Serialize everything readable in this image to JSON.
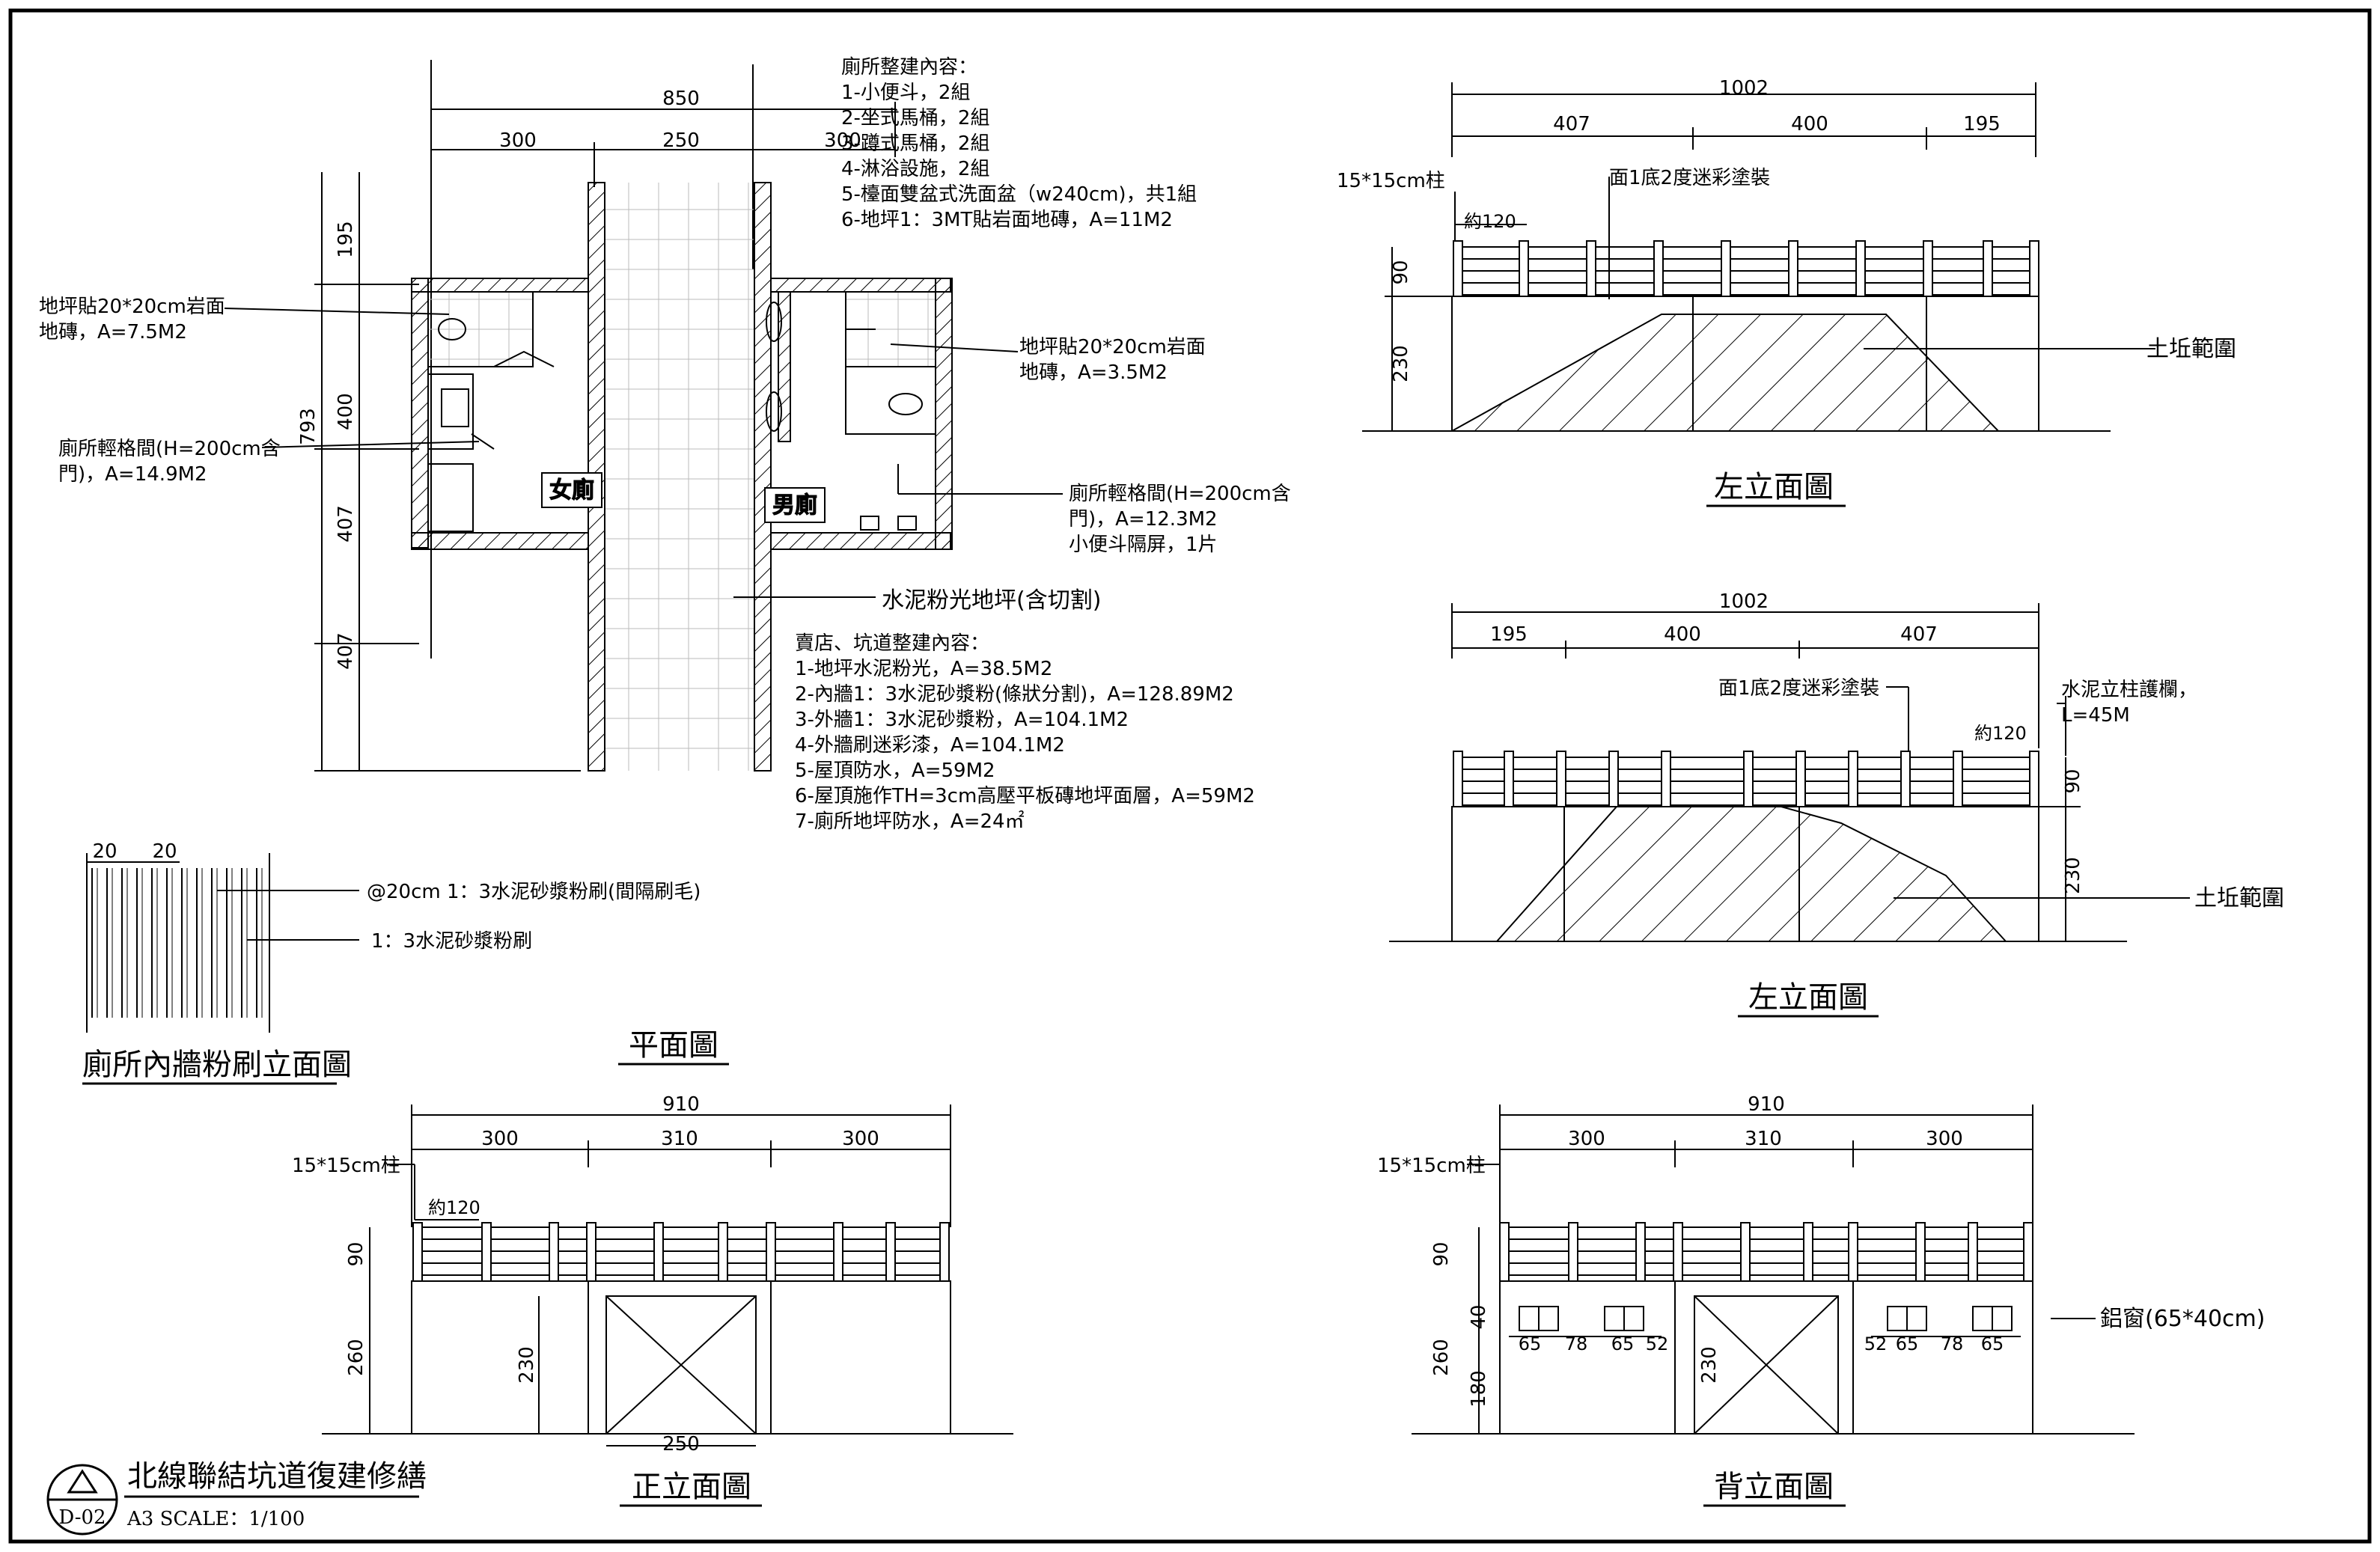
{
  "sheet": {
    "project_title": "北線聯結坑道復建修繕",
    "sheet_no": "D-02",
    "scale": "A3 SCALE：1/100"
  },
  "plan": {
    "title": "平面圖",
    "dims": {
      "total": "850",
      "left": "300",
      "mid": "250",
      "right": "300",
      "v_total": "793",
      "v1": "195",
      "v2": "400",
      "v3": "407",
      "v4": "407"
    },
    "room_women": "女廁",
    "room_men": "男廁",
    "toilet_notes": [
      "廁所整建內容：",
      "1-小便斗，2組",
      "2-坐式馬桶，2組",
      "3-蹲式馬桶，2組",
      "4-淋浴設施，2組",
      "5-檯面雙盆式洗面盆（w240cm)，共1組",
      "6-地坪1：3MT貼岩面地磚，A=11M2"
    ],
    "note_floor_left": [
      "地坪貼20*20cm岩面",
      "地磚，A=7.5M2"
    ],
    "note_partition_left": [
      "廁所輕格間(H=200cm含",
      "門)，A=14.9M2"
    ],
    "note_floor_right": [
      "地坪貼20*20cm岩面",
      "地磚，A=3.5M2"
    ],
    "note_partition_right": [
      "廁所輕格間(H=200cm含",
      "門)，A=12.3M2",
      "小便斗隔屏，1片"
    ],
    "note_cement_floor": "水泥粉光地坪(含切割)",
    "shop_notes": [
      "賣店、坑道整建內容：",
      "1-地坪水泥粉光，A=38.5M2",
      "2-內牆1：3水泥砂漿粉(條狀分割)，A=128.89M2",
      "3-外牆1：3水泥砂漿粉，A=104.1M2",
      "4-外牆刷迷彩漆，A=104.1M2",
      "5-屋頂防水，A=59M2",
      "6-屋頂施作TH=3cm高壓平板磚地坪面層，A=59M2",
      "7-廁所地坪防水，A=24㎡"
    ]
  },
  "wall_detail": {
    "title": "廁所內牆粉刷立面圖",
    "dim_a": "20",
    "dim_b": "20",
    "note_1": "@20cm 1：3水泥砂漿粉刷(間隔刷毛)",
    "note_2": "1：3水泥砂漿粉刷"
  },
  "left_elev_1": {
    "title": "左立面圖",
    "total": "1002",
    "d1": "407",
    "d2": "400",
    "d3": "195",
    "post_label": "15*15cm柱",
    "spacing": "約120",
    "paint": "面1底2度迷彩塗裝",
    "h_rail": "90",
    "h_wall": "230",
    "soil": "土坵範圍"
  },
  "left_elev_2": {
    "title": "左立面圖",
    "total": "1002",
    "d1": "195",
    "d2": "400",
    "d3": "407",
    "paint": "面1底2度迷彩塗裝",
    "railing": [
      "水泥立柱護欄，",
      "L=45M"
    ],
    "spacing": "約120",
    "h_rail": "90",
    "h_wall": "230",
    "soil": "土坵範圍"
  },
  "front_elev": {
    "title": "正立面圖",
    "total": "910",
    "d1": "300",
    "d2": "310",
    "d3": "300",
    "post_label": "15*15cm柱",
    "spacing": "約120",
    "h_rail": "90",
    "h_wall": "260",
    "h_door": "230",
    "door_w": "250"
  },
  "back_elev": {
    "title": "背立面圖",
    "total": "910",
    "d1": "300",
    "d2": "310",
    "d3": "300",
    "post_label": "15*15cm柱",
    "h_rail": "90",
    "h_wall": "260",
    "h_win": "40",
    "h_sill": "180",
    "h_door": "230",
    "win_dims_left": [
      "65",
      "78",
      "65",
      "52"
    ],
    "win_dims_right": [
      "52",
      "65",
      "78",
      "65"
    ],
    "window_note": "鋁窗(65*40cm)"
  }
}
